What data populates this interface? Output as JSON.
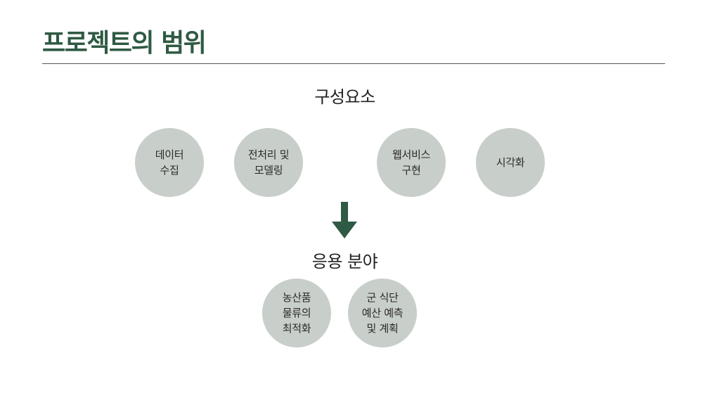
{
  "slide": {
    "title": "프로젝트의 범위",
    "components_heading": "구성요소",
    "components": [
      {
        "label": "데이터\n수집"
      },
      {
        "label": "전처리 및\n모델링"
      },
      {
        "label": "웹서비스\n구현"
      },
      {
        "label": "시각화"
      }
    ],
    "arrow_icon": "down-arrow-icon",
    "applications_heading": "응용 분야",
    "applications": [
      {
        "label": "농산품\n물류의\n최적화"
      },
      {
        "label": "군 식단\n예산 예측\n및 계획"
      }
    ]
  },
  "colors": {
    "title": "#2f5a43",
    "circle_fill": "#c8cec9",
    "arrow": "#2f5a43",
    "rule": "#555555"
  }
}
